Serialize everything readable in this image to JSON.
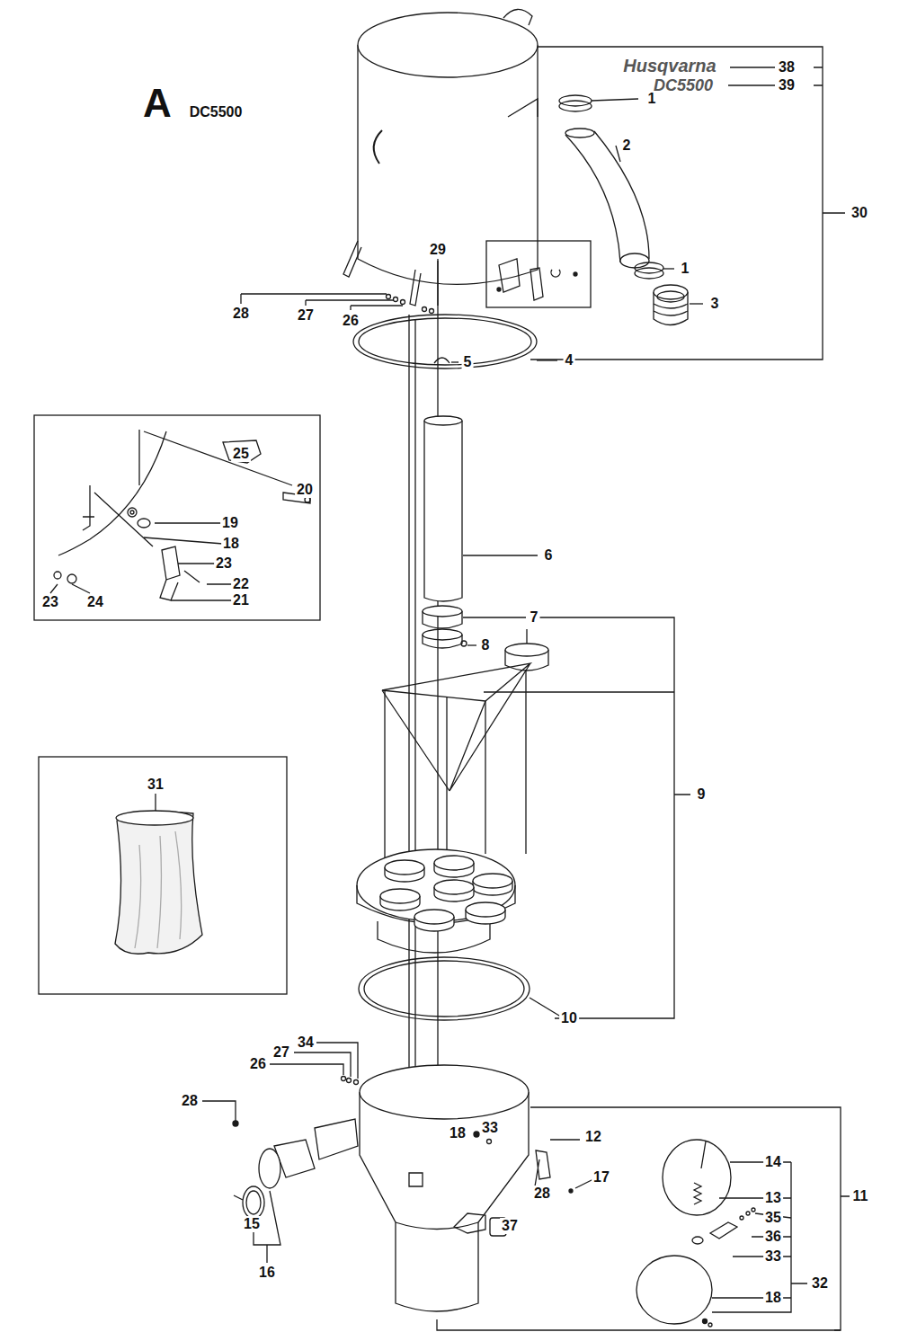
{
  "diagram": {
    "labels": [
      "A",
      "DC5500",
      "Husqvarna",
      "38",
      "DC5500",
      "39",
      "1",
      "2",
      "30",
      "29",
      "1",
      "3",
      "28",
      "27",
      "26",
      "5",
      "4",
      "25",
      "20",
      "19",
      "18",
      "23",
      "22",
      "23",
      "24",
      "21",
      "6",
      "7",
      "8",
      "9",
      "31",
      "10",
      "34",
      "27",
      "26",
      "28",
      "18",
      "33",
      "12",
      "17",
      "11",
      "28",
      "14",
      "13",
      "35",
      "36",
      "33",
      "15",
      "16",
      "37",
      "32",
      "18"
    ]
  }
}
